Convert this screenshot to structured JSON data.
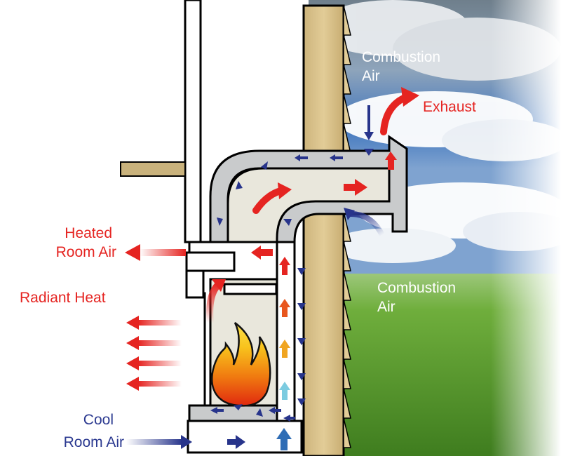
{
  "labels": {
    "combustion_air_top": [
      "Combustion",
      "Air"
    ],
    "exhaust": "Exhaust",
    "heated_room_air": [
      "Heated",
      "Room Air"
    ],
    "radiant_heat": "Radiant Heat",
    "combustion_air_bottom": [
      "Combustion",
      "Air"
    ],
    "cool_room_air": [
      "Cool",
      "Room Air"
    ]
  },
  "colors": {
    "hot_arrow": "#e52421",
    "cool_arrow": "#27348b",
    "label_red": "#e52421",
    "label_blue": "#2b3990",
    "label_white": "#ffffff",
    "wood": "#d8c08a",
    "duct_outer": "#c9cbcc",
    "duct_inner": "#e8e6da",
    "sky": "#4a7fc0",
    "grass": "#5da02e"
  },
  "icons": {
    "flame": "flame-icon",
    "arrow": "arrow-icon"
  }
}
